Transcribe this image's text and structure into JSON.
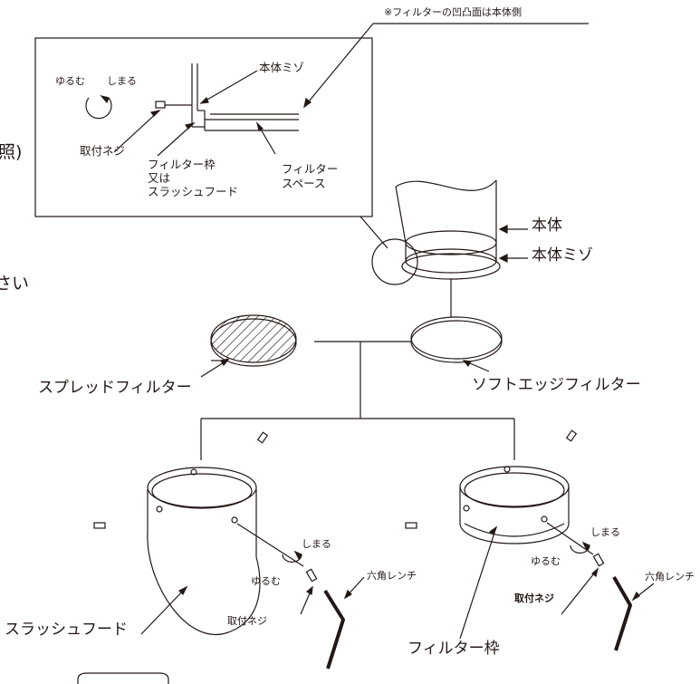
{
  "header_note": "※フィルターの凹凸面は本体側",
  "inset": {
    "loosen": "ゆるむ",
    "tighten": "しまる",
    "body_groove": "本体ミゾ",
    "screw": "取付ネジ",
    "frame_line1": "フィルター枠",
    "frame_line2": "又は",
    "frame_line3": "スラッシュフード",
    "space_line1": "フィルター",
    "space_line2": "スペース"
  },
  "edge_fragments": {
    "left_top": "照)",
    "left_mid": "さい"
  },
  "main": {
    "body": "本体",
    "body_groove": "本体ミゾ",
    "spread_filter": "スプレッドフィルター",
    "soft_edge_filter": "ソフトエッジフィルター",
    "slash_hood": "スラッシュフード",
    "filter_frame": "フィルター枠"
  },
  "left_assembly": {
    "tighten": "しまる",
    "loosen": "ゆるむ",
    "hex_wrench": "六角レンチ",
    "screw": "取付ネジ"
  },
  "right_assembly": {
    "tighten": "しまる",
    "loosen": "ゆるむ",
    "hex_wrench": "六角レンチ",
    "screw": "取付ネジ"
  }
}
